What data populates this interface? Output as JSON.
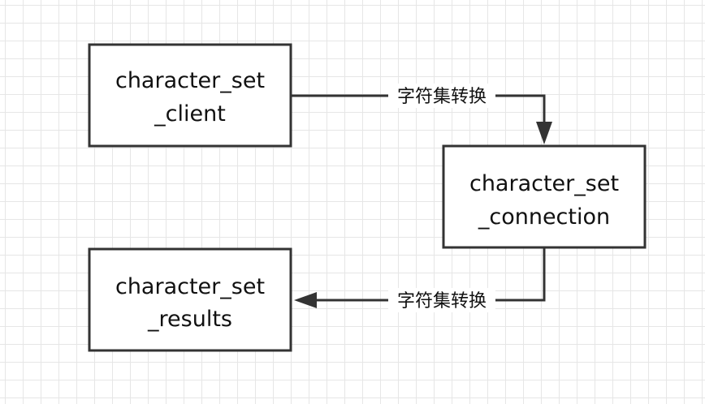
{
  "nodes": {
    "client": {
      "line1": "character_set",
      "line2": "_client"
    },
    "connection": {
      "line1": "character_set",
      "line2": "_connection"
    },
    "results": {
      "line1": "character_set",
      "line2": "_results"
    }
  },
  "edges": {
    "client_to_connection": {
      "label": "字符集转换"
    },
    "connection_to_results": {
      "label": "字符集转换"
    }
  }
}
